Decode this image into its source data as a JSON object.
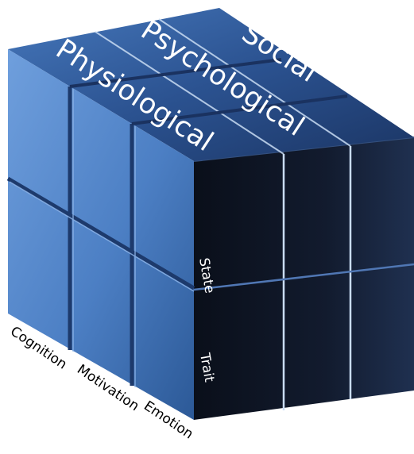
{
  "top_labels": {
    "social": "Social",
    "psychological": "Psychological",
    "physiological": "Physiological"
  },
  "side_labels": {
    "state": "State",
    "trait": "Trait"
  },
  "bottom_labels": {
    "cognition": "Cognition",
    "motivation": "Motivation",
    "emotion": "Emotion"
  },
  "colors": {
    "front_face_light": "#5c8ed0",
    "front_face_dark": "#2e5a98",
    "top_face_light": "#3a6db0",
    "top_face_dark": "#1d3c6a",
    "right_face": "#0f1522",
    "right_face_edge": "#1a2a48",
    "grid_line": "#cfe0f5",
    "seam": "#1b2f55"
  }
}
